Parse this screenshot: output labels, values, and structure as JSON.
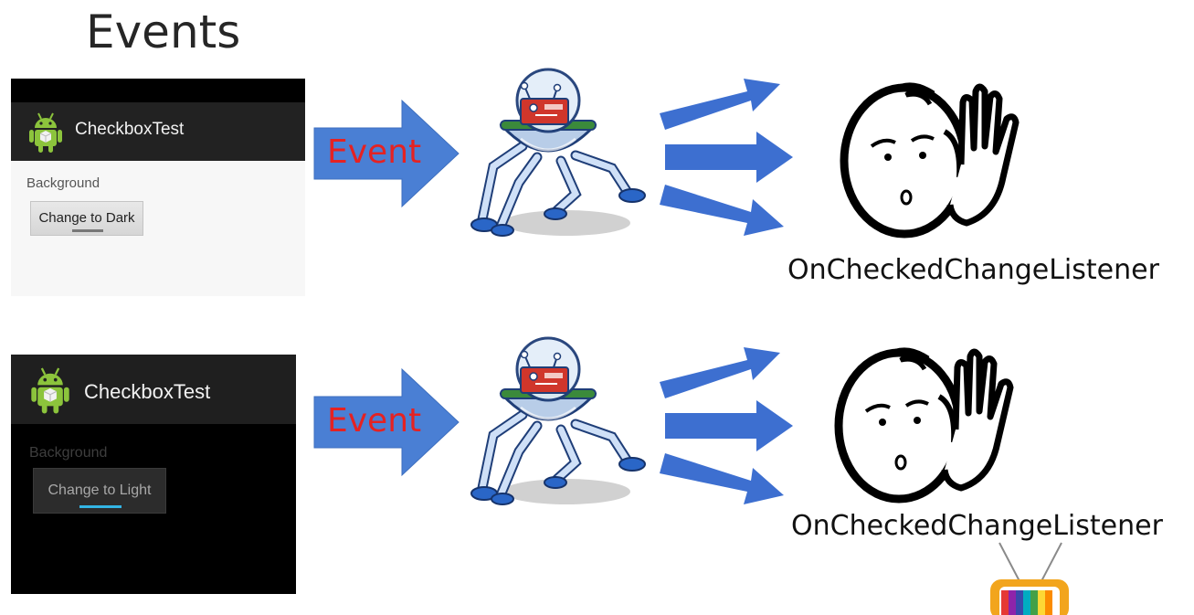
{
  "slide": {
    "title": "Events"
  },
  "phones": [
    {
      "theme": "light",
      "app_title": "CheckboxTest",
      "section_label": "Background",
      "button_label": "Change to Dark"
    },
    {
      "theme": "dark",
      "app_title": "CheckboxTest",
      "section_label": "Background",
      "button_label": "Change to Light"
    }
  ],
  "rows": [
    {
      "event_label": "Event",
      "listener_label": "OnCheckedChangeListener"
    },
    {
      "event_label": "Event",
      "listener_label": "OnCheckedChangeListener"
    }
  ],
  "colors": {
    "arrow_blue": "#4a7fd4",
    "event_red": "#e52222",
    "holo_blue": "#33b5e5",
    "android_green": "#8cc43c"
  },
  "icons": [
    "android-logo-icon",
    "robot-icon",
    "listener-face-icon",
    "tv-icon"
  ]
}
